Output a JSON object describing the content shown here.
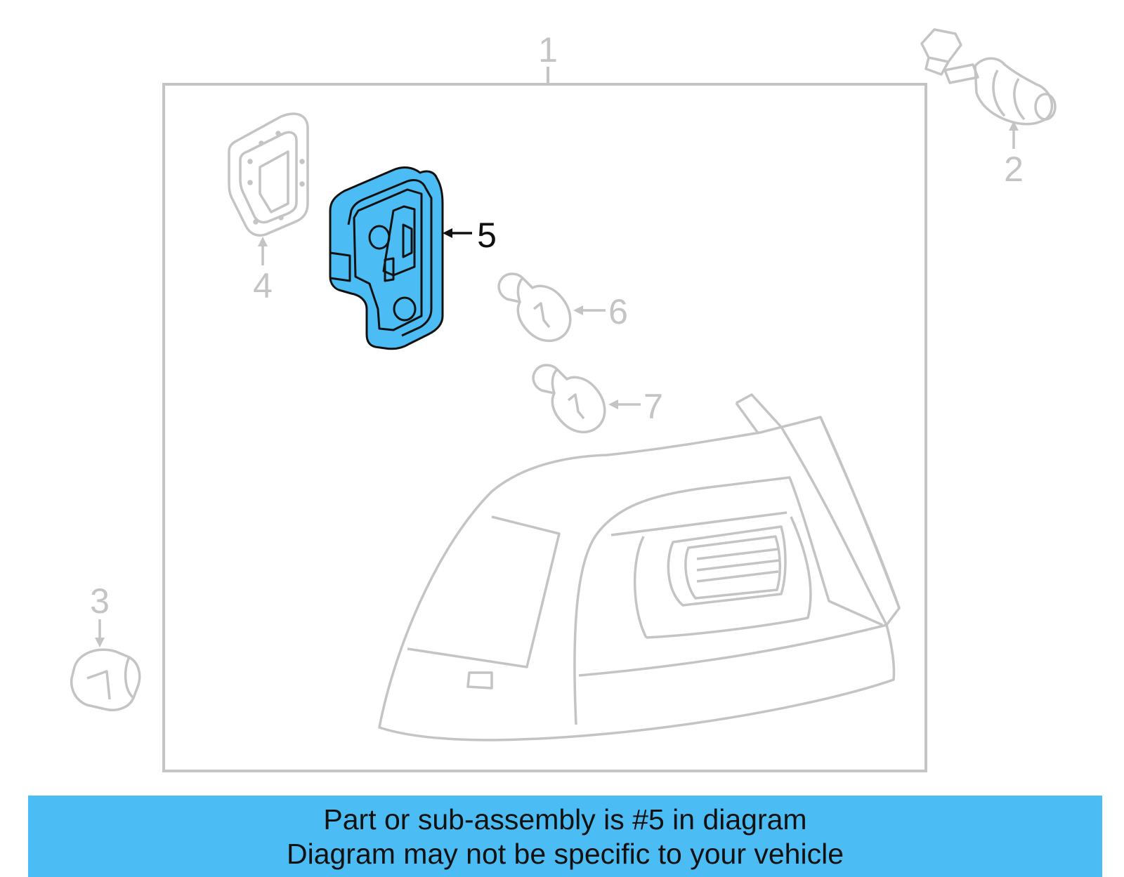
{
  "callouts": {
    "c1": "1",
    "c2": "2",
    "c3": "3",
    "c4": "4",
    "c5": "5",
    "c6": "6",
    "c7": "7"
  },
  "highlight": {
    "part": "5",
    "color": "#4cbcf5"
  },
  "colors": {
    "line_gray": "#c4c4c4",
    "ink": "#111111",
    "banner": "#4cbcf5"
  },
  "banner": {
    "line1": "Part or sub-assembly is #5 in diagram",
    "line2": "Diagram may not be specific to your vehicle"
  }
}
